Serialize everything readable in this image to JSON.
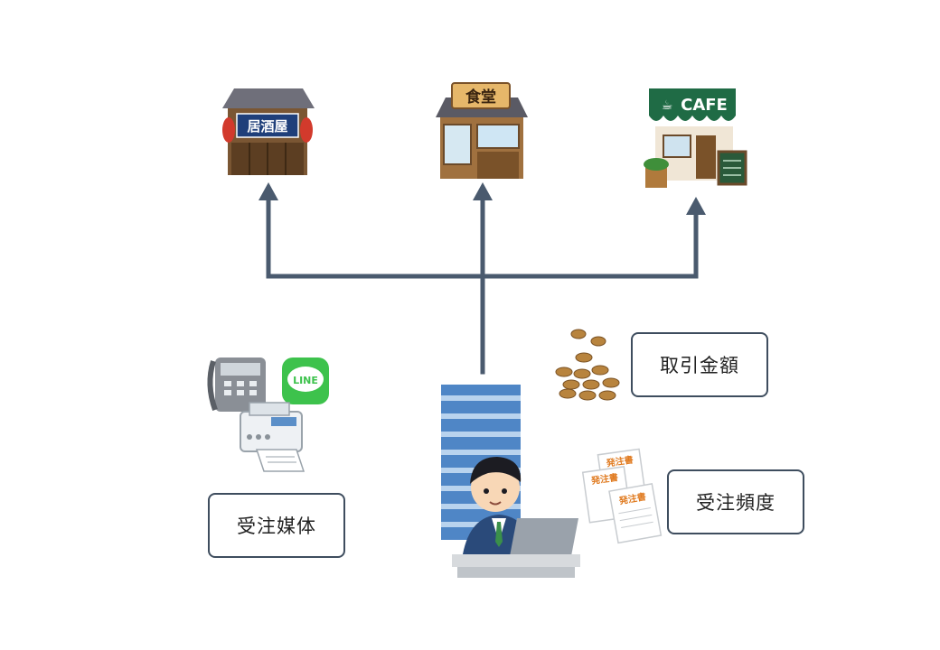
{
  "shops": {
    "izakaya": {
      "sign": "居酒屋"
    },
    "shokudo": {
      "sign": "食堂"
    },
    "cafe": {
      "sign": "CAFE"
    }
  },
  "apps": {
    "line_icon_text": "LINE"
  },
  "documents": {
    "order_form_title": "発注書"
  },
  "labels": {
    "order_media": "受注媒体",
    "transaction_amount": "取引金額",
    "order_frequency": "受注頻度"
  },
  "colors": {
    "arrow": "#4a5a6e",
    "box_border": "#3e4d5e",
    "line_green": "#3dc24c",
    "cafe_green": "#1f6b45",
    "order_orange": "#e07a1f"
  }
}
